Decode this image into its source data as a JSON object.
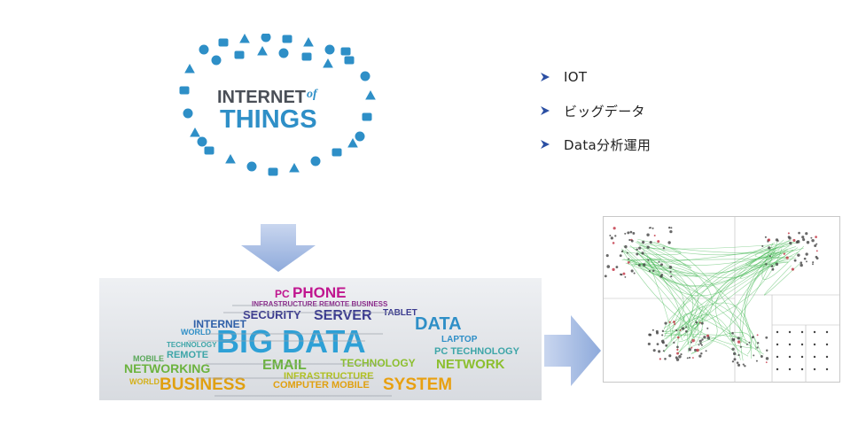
{
  "bullets": {
    "items": [
      {
        "label": "IOT"
      },
      {
        "label": "ビッグデータ"
      },
      {
        "label": "Data分析運用"
      }
    ],
    "marker_color": "#2b4fa3"
  },
  "iot_logo": {
    "line1": "INTERNET",
    "line1_suffix": "of",
    "line2": "THINGS",
    "icon_color": "#2e8fc7",
    "text_color_dark": "#4a4f57",
    "text_color_blue": "#2e8fc7"
  },
  "bigdata_cloud": {
    "words": [
      {
        "text": "PHONE",
        "color": "#c0168f"
      },
      {
        "text": "PC",
        "color": "#c0168f"
      },
      {
        "text": "INFRASTRUCTURE REMOTE BUSINESS",
        "color": "#8a2a8a"
      },
      {
        "text": "SECURITY",
        "color": "#3b3b8f"
      },
      {
        "text": "SERVER",
        "color": "#3b3b8f"
      },
      {
        "text": "TABLET",
        "color": "#3b3b8f"
      },
      {
        "text": "INTERNET",
        "color": "#2f5fa8"
      },
      {
        "text": "DATA",
        "color": "#2f8fc7"
      },
      {
        "text": "WORLD",
        "color": "#2f8fc7"
      },
      {
        "text": "LAPTOP",
        "color": "#2f8fc7"
      },
      {
        "text": "BIG DATA",
        "color": "#2ea0d6"
      },
      {
        "text": "TECHNOLOGY",
        "color": "#3da5a8"
      },
      {
        "text": "REMOTE",
        "color": "#3da5a8"
      },
      {
        "text": "PC TECHNOLOGY",
        "color": "#3da5a8"
      },
      {
        "text": "MOBILE",
        "color": "#5aa85a"
      },
      {
        "text": "NETWORKING",
        "color": "#6cb33f"
      },
      {
        "text": "EMAIL",
        "color": "#6cb33f"
      },
      {
        "text": "TECHNOLOGY",
        "color": "#8cbf2f"
      },
      {
        "text": "NETWORK",
        "color": "#8cbf2f"
      },
      {
        "text": "INFRASTRUCTURE",
        "color": "#b0c020"
      },
      {
        "text": "WORLD",
        "color": "#d4b018"
      },
      {
        "text": "BUSINESS",
        "color": "#e0a010"
      },
      {
        "text": "COMPUTER",
        "color": "#e0a010"
      },
      {
        "text": "MOBILE",
        "color": "#e0a010"
      },
      {
        "text": "SYSTEM",
        "color": "#e8a010"
      }
    ]
  },
  "arrows": {
    "color": "#9fb6e0"
  },
  "network_graph": {
    "edge_color": "#3bb54a",
    "node_color": "#444444"
  }
}
